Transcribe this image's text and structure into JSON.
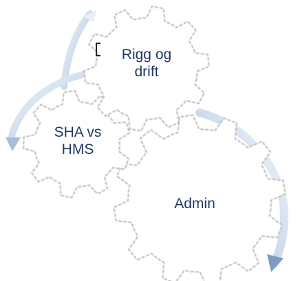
{
  "colors": {
    "text": "#1f3864",
    "gear_stroke": "#b8b8b8",
    "gear_fill": "#ffffff",
    "arrow_light": "#f2f6fb",
    "arrow_mid": "#c8d7e9",
    "arrow_dark": "#7f9bc1"
  },
  "gears": [
    {
      "id": "rigg",
      "label": "Rigg og\ndrift",
      "icon": "gear-icon"
    },
    {
      "id": "sha",
      "label": "SHA vs\nHMS",
      "icon": "gear-icon"
    },
    {
      "id": "admin",
      "label": "Admin",
      "icon": "gear-icon"
    }
  ],
  "arrows": [
    {
      "id": "arrow-top",
      "direction": "clockwise"
    },
    {
      "id": "arrow-left",
      "direction": "counterclockwise"
    },
    {
      "id": "arrow-right",
      "direction": "clockwise"
    }
  ]
}
